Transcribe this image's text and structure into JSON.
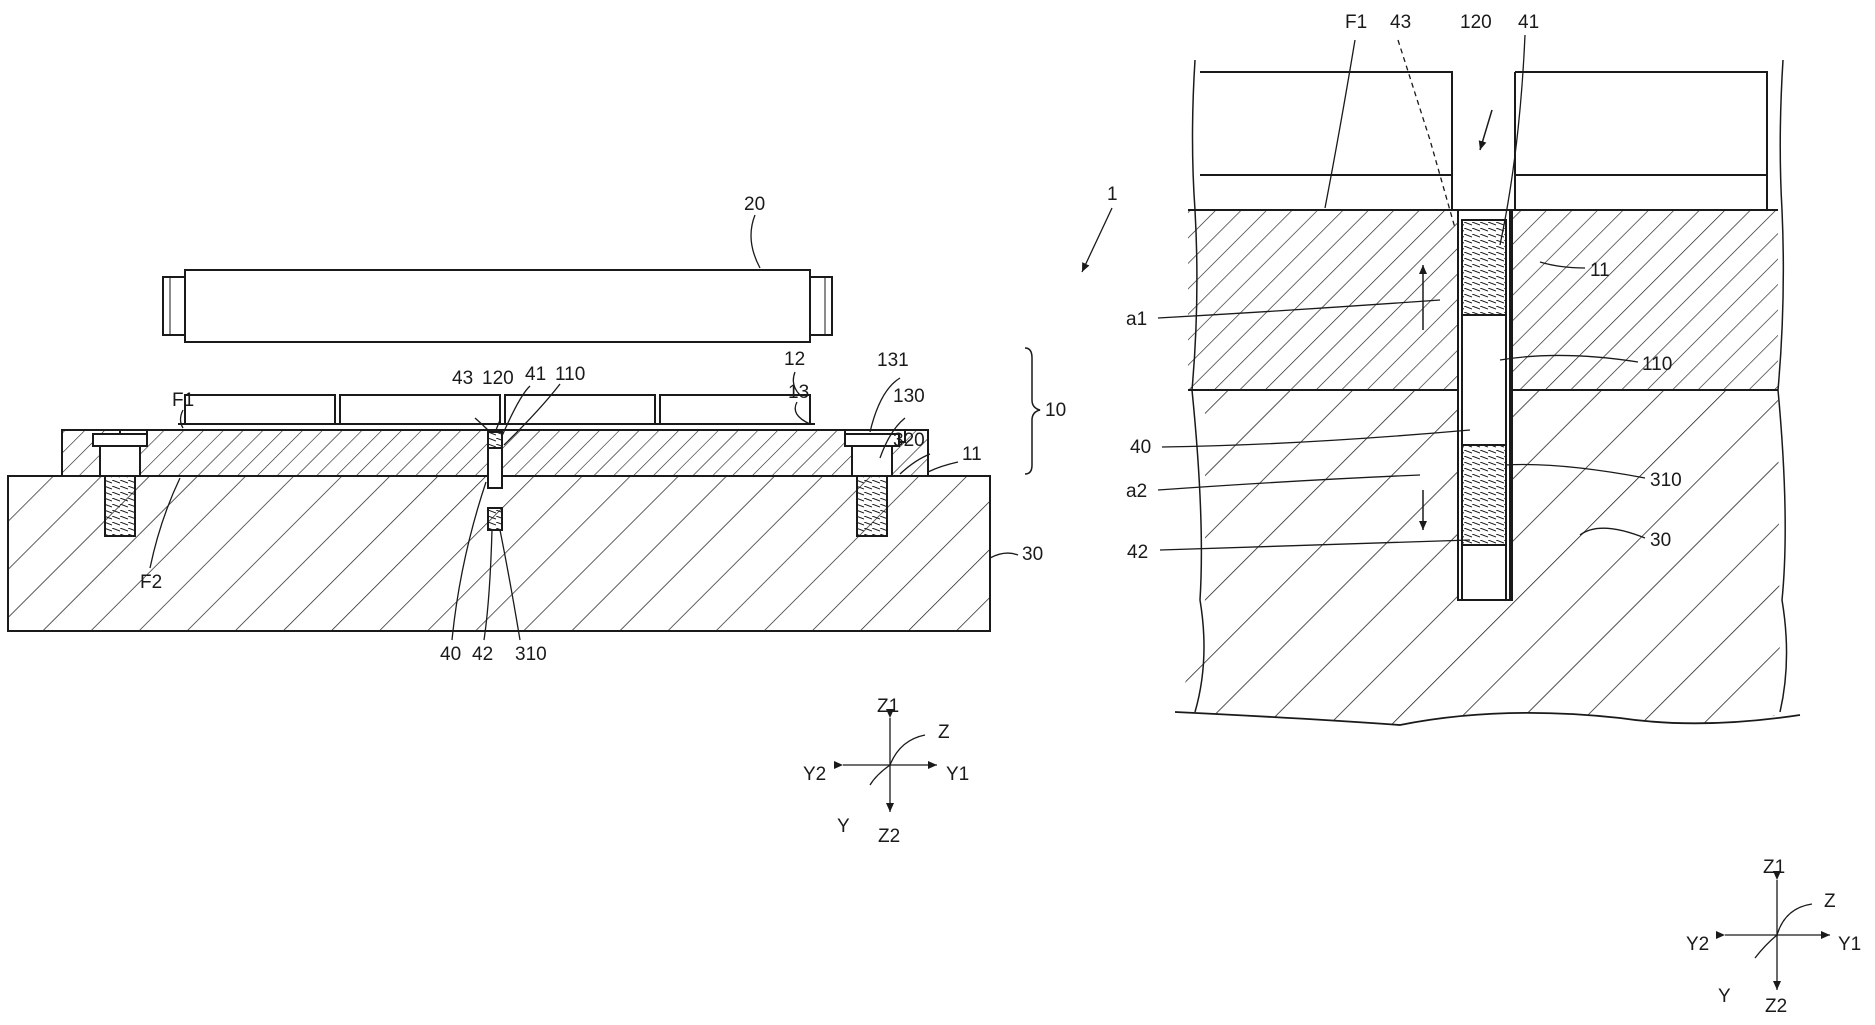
{
  "left_view": {
    "labels": {
      "roller": "20",
      "assembly": "1",
      "stage_bracket": "10",
      "f1": "F1",
      "f2": "F2",
      "l43": "43",
      "l120": "120",
      "l41": "41",
      "l110": "110",
      "l12": "12",
      "l13": "13",
      "l131": "131",
      "l130": "130",
      "l320": "320",
      "l11": "11",
      "l30": "30",
      "l40": "40",
      "l42": "42",
      "l310": "310"
    },
    "axes": {
      "z1": "Z1",
      "z": "Z",
      "y2": "Y2",
      "y1": "Y1",
      "y": "Y",
      "z2": "Z2"
    }
  },
  "right_view": {
    "labels": {
      "f1": "F1",
      "l43": "43",
      "l120": "120",
      "l41": "41",
      "l11": "11",
      "a1": "a1",
      "l110": "110",
      "l40": "40",
      "l310": "310",
      "a2": "a2",
      "l30": "30",
      "l42": "42"
    },
    "axes": {
      "z1": "Z1",
      "z": "Z",
      "y2": "Y2",
      "y1": "Y1",
      "y": "Y",
      "z2": "Z2"
    }
  },
  "colors": {
    "line": "#1a1a1a",
    "background": "#ffffff"
  }
}
